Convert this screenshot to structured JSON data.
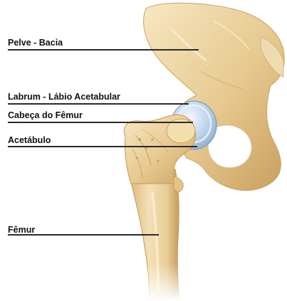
{
  "figure": {
    "labels": [
      {
        "id": "pelvis",
        "text": "Pelve - Bacia"
      },
      {
        "id": "labrum",
        "text": "Labrum - Lábio Acetabular"
      },
      {
        "id": "femoral-head",
        "text": "Cabeça do Fêmur"
      },
      {
        "id": "acetabulum",
        "text": "Acetábulo"
      },
      {
        "id": "femur",
        "text": "Fêmur"
      }
    ]
  },
  "colors": {
    "bone_fill": "#e8cf9b",
    "bone_light": "#f6e6bf",
    "bone_shade": "#c99f5c",
    "cartilage": "#b8cfe6",
    "cartilage_light": "#e3eef9",
    "label_text": "#111111",
    "leader_line": "#2a2a2a"
  }
}
